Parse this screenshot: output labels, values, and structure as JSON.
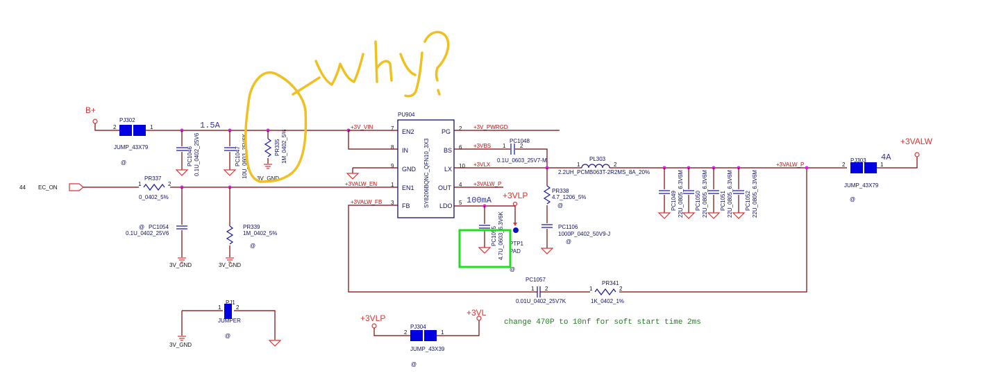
{
  "annotation": {
    "text": "why?",
    "color": "#f0c020"
  },
  "highlight_box_color": "#22dd22",
  "note": "change 470P to 10nf for soft start time 2ms",
  "power_ports": {
    "bplus": "B+",
    "v3valw": "+3VALW",
    "v3vlp": "+3VLP",
    "v3vlp2": "+3VLP",
    "v3vl": "+3VL"
  },
  "currents": {
    "input": "1.5A",
    "ldo": "100mA",
    "output": "4A"
  },
  "ic": {
    "ref": "PU904",
    "part": "SY8206BQNC_QFN10_3X3",
    "left_pins": [
      {
        "num": "7",
        "name": "EN2",
        "net": "+3V_VIN"
      },
      {
        "num": "8",
        "name": "IN",
        "net": ""
      },
      {
        "num": "9",
        "name": "GND",
        "net": ""
      },
      {
        "num": "1",
        "name": "EN1",
        "net": "+3VALW_EN"
      },
      {
        "num": "3",
        "name": "FB",
        "net": "+3VALW_FB"
      }
    ],
    "right_pins": [
      {
        "num": "2",
        "name": "PG",
        "net": "+3V_PWRGD"
      },
      {
        "num": "6",
        "name": "BS",
        "net": "+3VBS"
      },
      {
        "num": "10",
        "name": "LX",
        "net": "+3VLX"
      },
      {
        "num": "4",
        "name": "OUT",
        "net": "+3VALW_P"
      },
      {
        "num": "5",
        "name": "LDO",
        "net": ""
      }
    ]
  },
  "ec": {
    "pin": "44",
    "net": "EC_ON"
  },
  "out_net": "+3VALW_P",
  "gnd": "3V_GND",
  "parts": {
    "pj302": {
      "ref": "PJ302",
      "value": "JUMP_43X79",
      "p1": "1",
      "p2": "2",
      "at": "@"
    },
    "pj303": {
      "ref": "PJ303",
      "value": "JUMP_43X79",
      "p1": "1",
      "p2": "2",
      "at": "@"
    },
    "pj304": {
      "ref": "PJ304",
      "value": "JUMP_43X39",
      "p1": "1",
      "p2": "2",
      "at": "@"
    },
    "pj1": {
      "ref": "PJ1",
      "value": "JUMPER",
      "p1": "1",
      "p2": "2",
      "at": "@"
    },
    "pc1046": {
      "ref": "PC1046",
      "value": "0.1U_0402_25V6"
    },
    "pc1047": {
      "ref": "PC1047",
      "value": "10U_0603_25V6K"
    },
    "pr335": {
      "ref": "PR335",
      "value": "1M_0402_5%"
    },
    "pr337": {
      "ref": "PR337",
      "value": "0_0402_5%"
    },
    "pc1054": {
      "ref": "PC1054",
      "value": "0.1U_0402_25V6",
      "at": "@"
    },
    "pr339": {
      "ref": "PR339",
      "value": "1M_0402_5%",
      "at": "@"
    },
    "pc1048": {
      "ref": "PC1048",
      "value": "0.1U_0603_25V7-M"
    },
    "pl303": {
      "ref": "PL303",
      "value": "2.2UH_PCMB063T-2R2MS_8A_20%"
    },
    "pr338": {
      "ref": "PR338",
      "value": "4.7_1206_5%",
      "at": "@"
    },
    "pc1106": {
      "ref": "PC1106",
      "value": "1000P_0402_50V9-J",
      "at": "@"
    },
    "pc1055": {
      "ref": "PC1055",
      "value": "4.7U_0603_6.3V6K"
    },
    "ptp1": {
      "ref": "PTP1",
      "value": "PAD",
      "at": "@"
    },
    "pc1049": {
      "ref": "PC1049",
      "value": "22U_0805_6.3V6M"
    },
    "pc1050": {
      "ref": "PC1050",
      "value": "22U_0805_6.3V6M"
    },
    "pc1051": {
      "ref": "PC1051",
      "value": "22U_0805_6.3V6M"
    },
    "pc1052": {
      "ref": "PC1052",
      "value": "22U_0805_6.3V6M"
    },
    "pc1057": {
      "ref": "PC1057",
      "value": "0.01U_0402_25V7K"
    },
    "pr341": {
      "ref": "PR341",
      "value": "1K_0402_1%"
    }
  }
}
